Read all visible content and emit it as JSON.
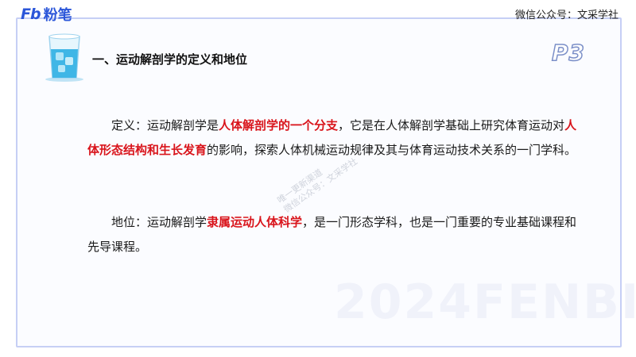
{
  "header": {
    "logo_mark": "Fb",
    "logo_text": "粉笔",
    "wechat": "微信公众号：文采学社"
  },
  "section": {
    "title": "一、运动解剖学的定义和地位",
    "page_badge": "P3"
  },
  "definition": {
    "label": "定义：",
    "t1": "运动解剖学是",
    "h1": "人体解剖学的一个分支",
    "t2": "，它是在人体解剖学基础上研究体育运动对",
    "h2": "人体形态结构和生长发育",
    "t3": "的影响，探索人体机械运动规律及其与体育运动技术关系的一门学科。"
  },
  "position": {
    "label": "地位：",
    "t1": "运动解剖学",
    "h1": "隶属运动人体科学",
    "t2": "，是一门形态学科，也是一门重要的专业基础课程和先导课程。"
  },
  "watermark": {
    "year": "2024FENBI",
    "line1": "唯一更新渠道",
    "line2": "微信公众号：文采学社"
  },
  "colors": {
    "accent": "#2b56d9",
    "highlight": "#d9141b",
    "frame": "#c6cff5"
  },
  "icons": {
    "glass": "water-glass-icon"
  }
}
